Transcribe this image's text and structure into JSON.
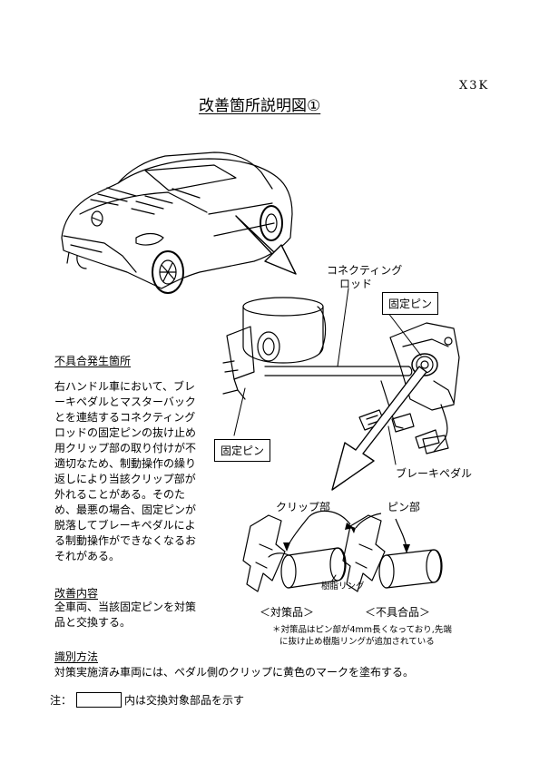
{
  "header": {
    "code": "X3K",
    "title": "改善箇所説明図①"
  },
  "labels": {
    "connecting_rod": [
      "コネクティング",
      "ロッド"
    ],
    "fixed_pin_top": "固定ピン",
    "fixed_pin_left": "固定ピン",
    "brake_pedal": "ブレーキペダル",
    "clip_part": "クリップ部",
    "pin_part": "ピン部",
    "resin_ring": "樹脂リング",
    "countermeasure_part": "＜対策品＞",
    "defective_part": "＜不具合品＞",
    "note_lines": [
      "＊対策品はピン部が4mm長くなっており,先端",
      "に抜け止め樹脂リングが追加されている"
    ]
  },
  "sections": {
    "defect": {
      "heading": "不具合発生箇所",
      "lines": [
        "右ハンドル車において、ブレ",
        "ーキペダルとマスターバック",
        "とを連結するコネクティング",
        "ロッドの固定ピンの抜け止め",
        "用クリップ部の取り付けが不",
        "適切なため、制動操作の繰り",
        "返しにより当該クリップ部が",
        "外れることがある。そのた",
        "め、最悪の場合、固定ピンが",
        "脱落してブレーキペダルによ",
        "る制動操作ができなくなるお",
        "それがある。"
      ]
    },
    "improvement": {
      "heading": "改善内容",
      "lines": [
        "全車両、当該固定ピンを対策",
        "品と交換する。"
      ]
    },
    "identification": {
      "heading": "識別方法",
      "text": "対策実施済み車両には、ペダル側のクリップに黄色のマークを塗布する。"
    }
  },
  "footer": {
    "prefix": "注：",
    "suffix": "内は交換対象部品を示す"
  }
}
